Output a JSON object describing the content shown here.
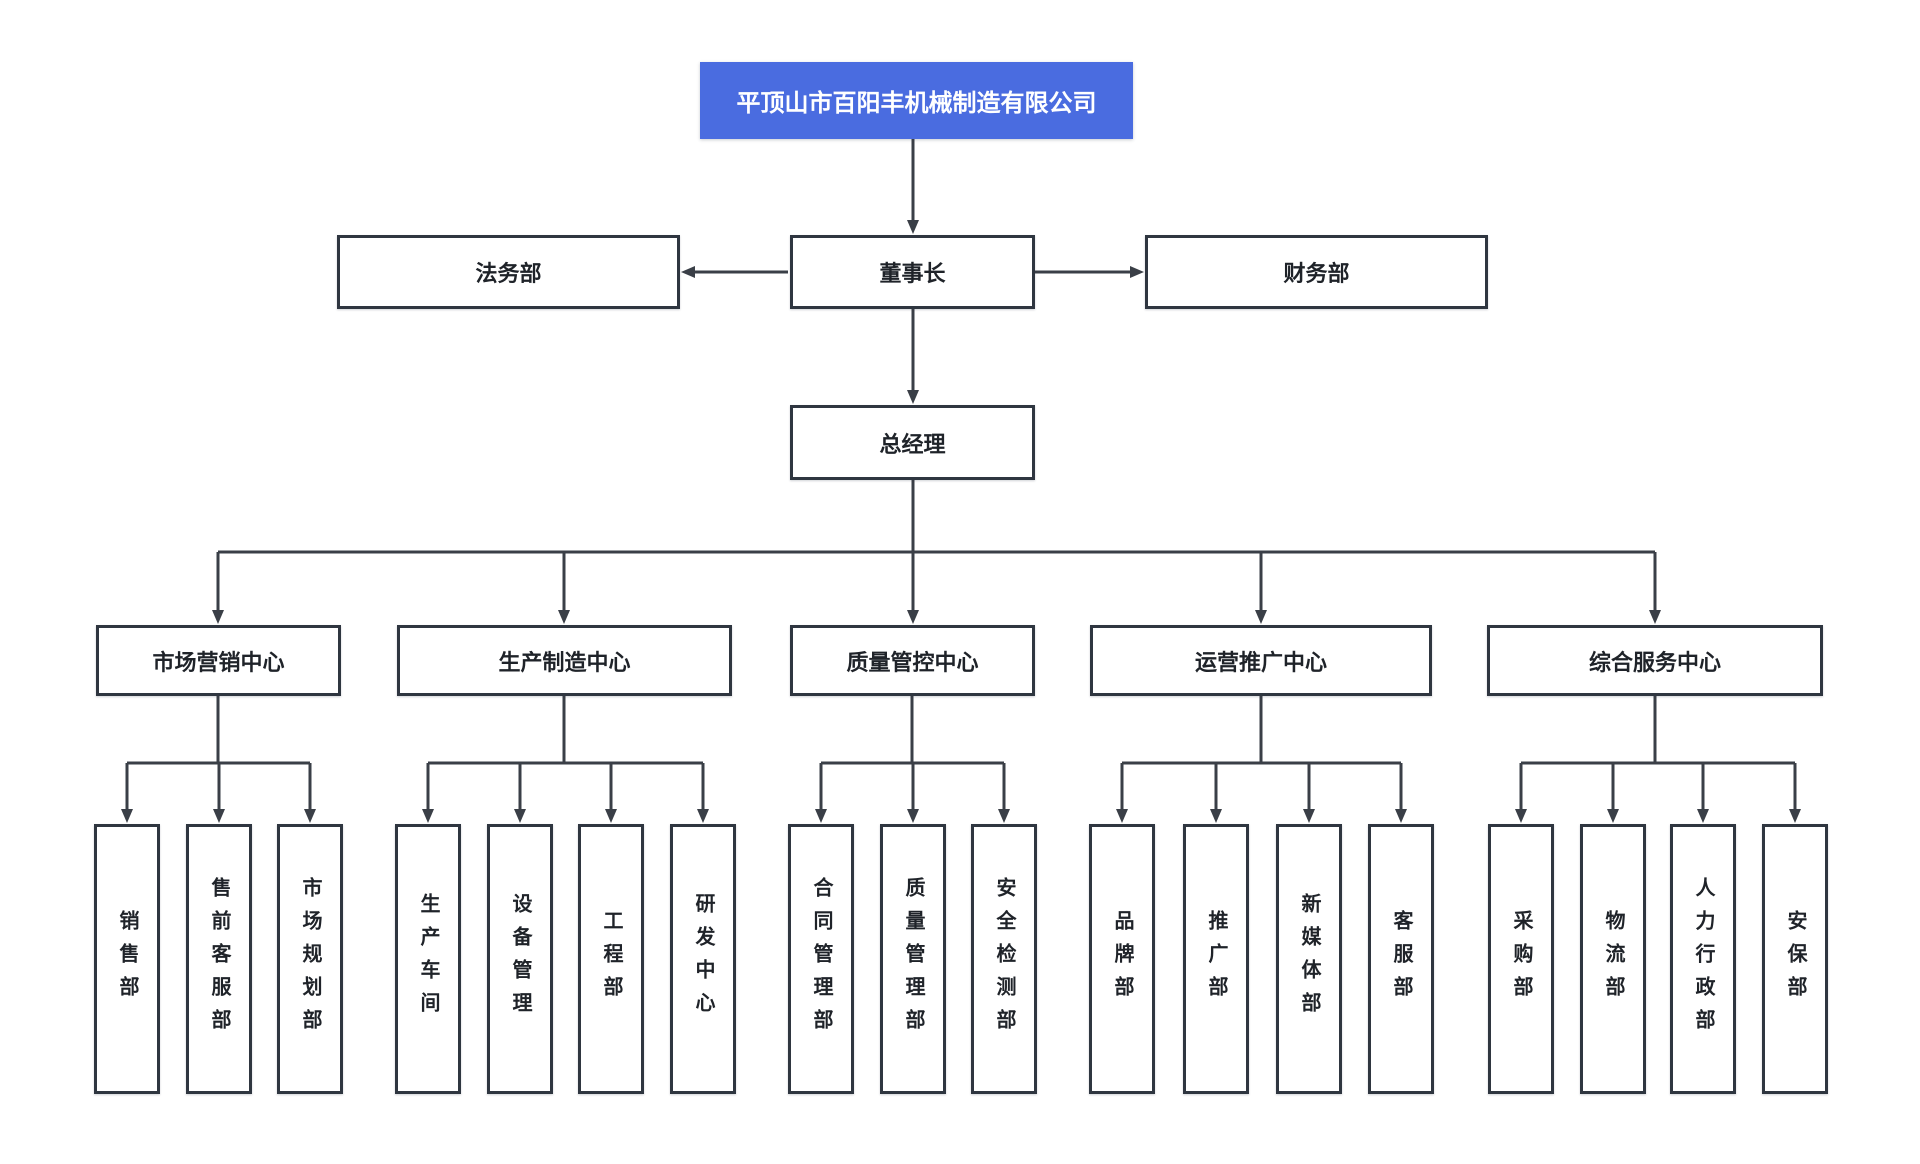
{
  "colors": {
    "accent": "#4a6ce0",
    "line": "#3a3f47",
    "node_border": "#2f3640",
    "node_text": "#1f2329",
    "root_text": "#ffffff",
    "background": "#ffffff"
  },
  "chart": {
    "root": {
      "label": "平顶山市百阳丰机械制造有限公司"
    },
    "chairman": {
      "label": "董事长"
    },
    "legal": {
      "label": "法务部"
    },
    "finance": {
      "label": "财务部"
    },
    "general_manager": {
      "label": "总经理"
    },
    "centers": [
      {
        "label": "市场营销中心",
        "departments": [
          "销售部",
          "售前客服部",
          "市场规划部"
        ]
      },
      {
        "label": "生产制造中心",
        "departments": [
          "生产车间",
          "设备管理",
          "工程部",
          "研发中心"
        ]
      },
      {
        "label": "质量管控中心",
        "departments": [
          "合同管理部",
          "质量管理部",
          "安全检测部"
        ]
      },
      {
        "label": "运营推广中心",
        "departments": [
          "品牌部",
          "推广部",
          "新媒体部",
          "客服部"
        ]
      },
      {
        "label": "综合服务中心",
        "departments": [
          "采购部",
          "物流部",
          "人力行政部",
          "安保部"
        ]
      }
    ]
  }
}
